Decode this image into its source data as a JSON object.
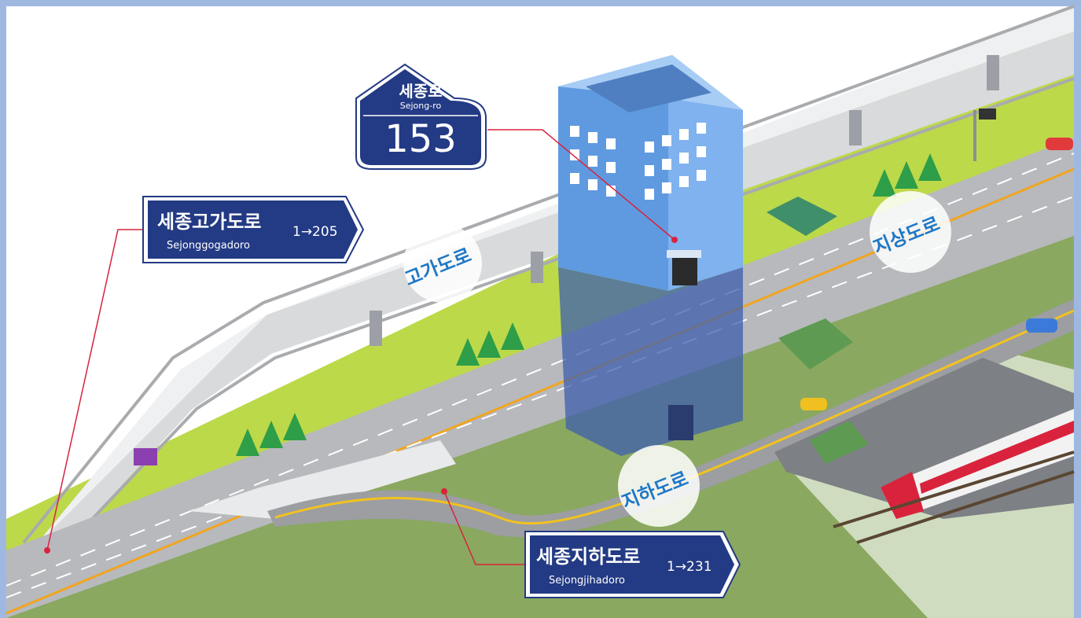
{
  "colors": {
    "frame": "#9fb8e0",
    "sign_navy": "#233a84",
    "grass_light": "#bcd94a",
    "grass_dark": "#8aa860",
    "road": "#b7b9bd",
    "lane_yellow": "#f2a51f",
    "leader_red": "#d9233c",
    "label_blue": "#1e78c8",
    "building_blue": "#5f9ae0"
  },
  "signs": {
    "address": {
      "name_ko": "세종로",
      "name_en": "Sejong-ro",
      "number": "153"
    },
    "elevated": {
      "name_ko": "세종고가도로",
      "name_en": "Sejonggogadoro",
      "range": "1→205"
    },
    "underground": {
      "name_ko": "세종지하도로",
      "name_en": "Sejongjihadoro",
      "range": "1→231"
    }
  },
  "labels": {
    "elevated_road": "고가도로",
    "ground_road": "지상도로",
    "underground_road": "지하도로"
  }
}
